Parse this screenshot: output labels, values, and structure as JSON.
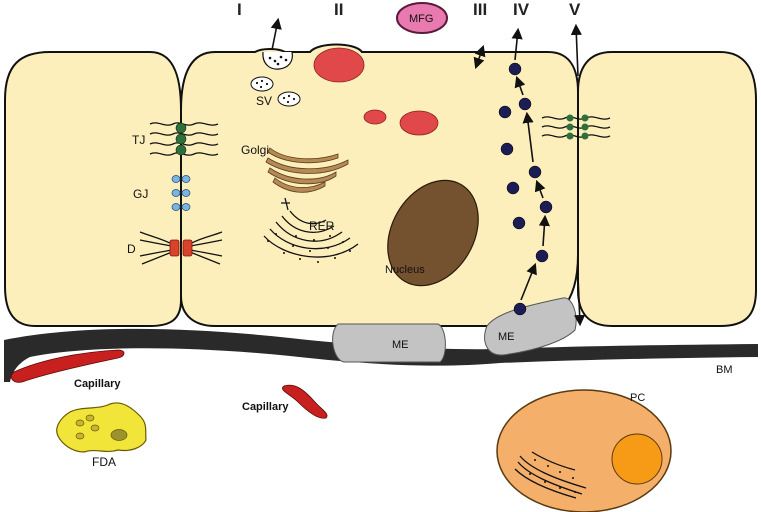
{
  "stages": [
    "I",
    "II",
    "III",
    "IV",
    "V"
  ],
  "labels": {
    "mfg": "MFG",
    "sv": "SV",
    "tj": "TJ",
    "gj": "GJ",
    "d": "D",
    "golgi": "Golgi",
    "rer": "RER",
    "nucleus": "Nucleus",
    "me_left": "ME",
    "me_right": "ME",
    "bm": "BM",
    "capillary_left": "Capillary",
    "capillary_mid": "Capillary",
    "fda": "FDA",
    "pc": "PC"
  },
  "colors": {
    "cell": "#fdefbc",
    "lipid": "#e0484a",
    "mfg": "#e97ab0",
    "golgi": "#b58a55",
    "nucleus": "#74512f",
    "vesicle": "#1c1d55",
    "gap_junction": "#7db3df",
    "tight_junction": "#2e6f3c",
    "desmosome": "#d8432c",
    "me": "#c3c3c3",
    "bm": "#2a2a2a",
    "capillary": "#c81f1f",
    "fda": "#f2e53a",
    "pc": "#f4b06a",
    "pc_nucleus": "#f79a16"
  }
}
